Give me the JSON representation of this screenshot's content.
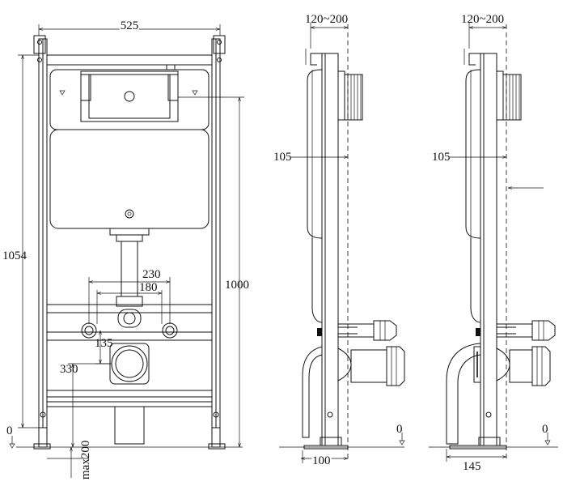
{
  "front_view": {
    "width": "525",
    "total_height": "1054",
    "flush_height": "1000",
    "fixing_spacing_outer": "230",
    "fixing_spacing_inner": "180",
    "drain_offset": "135",
    "outlet_height": "330",
    "floor_level": "0",
    "leg_extension": "max200"
  },
  "side_view_1": {
    "depth_range": "120~200",
    "frame_depth": "105",
    "floor_level": "0",
    "base_depth": "100"
  },
  "side_view_2": {
    "depth_range": "120~200",
    "frame_depth": "105",
    "floor_level": "0",
    "base_depth": "145"
  }
}
